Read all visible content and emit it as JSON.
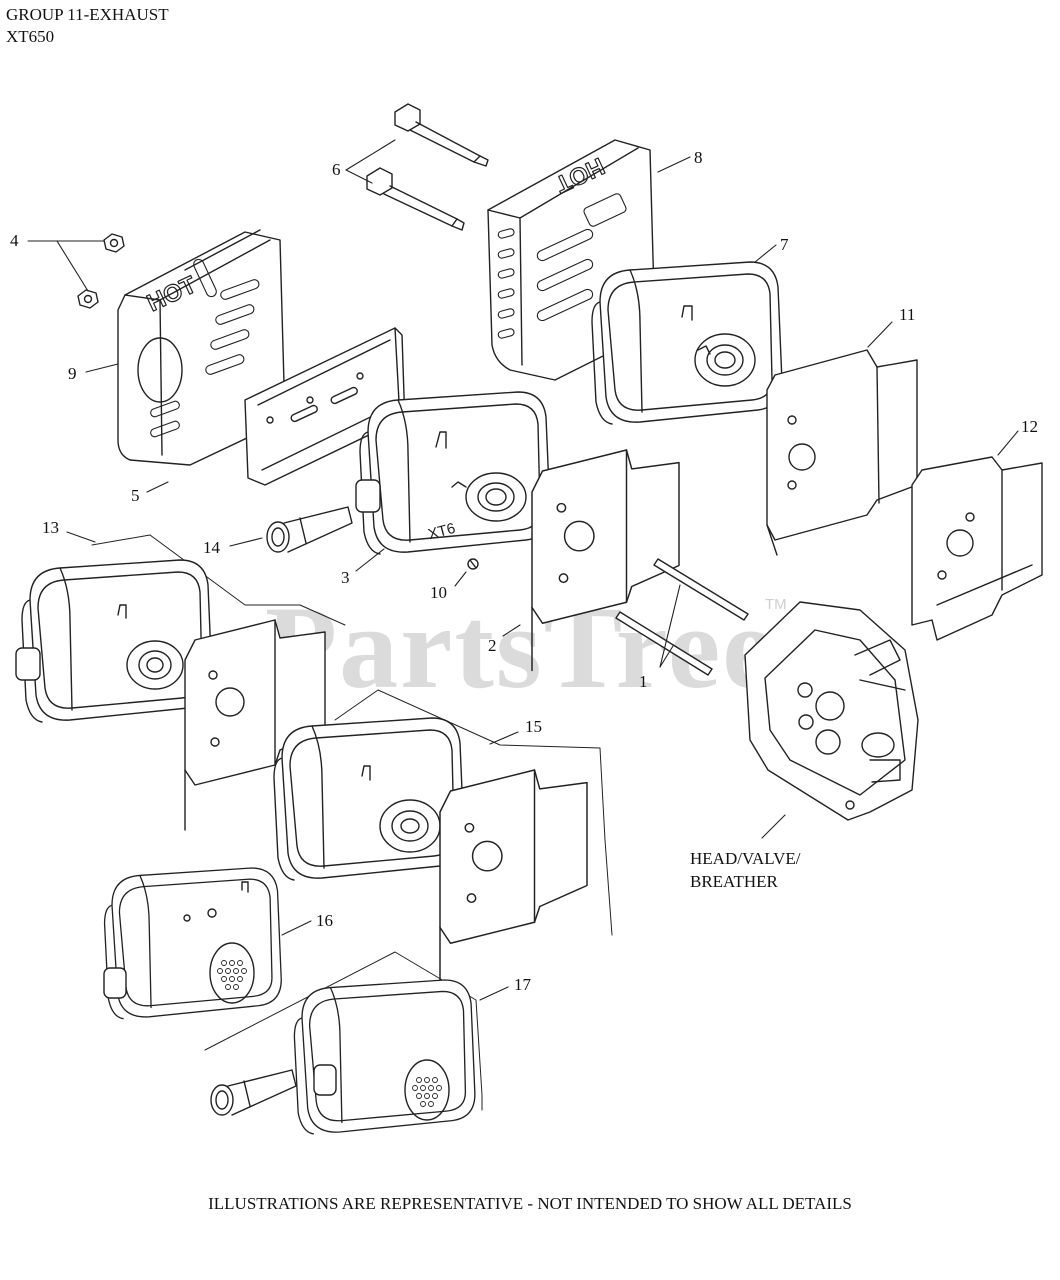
{
  "header": {
    "line1": "GROUP 11-EXHAUST",
    "line2": "XT650"
  },
  "watermark": {
    "text": "PartsTree",
    "trademark": "TM"
  },
  "footer": {
    "text": "ILLUSTRATIONS ARE REPRESENTATIVE - NOT INTENDED TO SHOW ALL DETAILS"
  },
  "callouts": {
    "c1": "1",
    "c2": "2",
    "c3": "3",
    "c4": "4",
    "c5": "5",
    "c6": "6",
    "c7": "7",
    "c8": "8",
    "c9": "9",
    "c10": "10",
    "c11": "11",
    "c12": "12",
    "c13": "13",
    "c14": "14",
    "c15": "15",
    "c16": "16",
    "c17": "17",
    "head_line1": "HEAD/VALVE/",
    "head_line2": "BREATHER"
  },
  "shield_text": "HOT",
  "muffler_text": "XT6"
}
